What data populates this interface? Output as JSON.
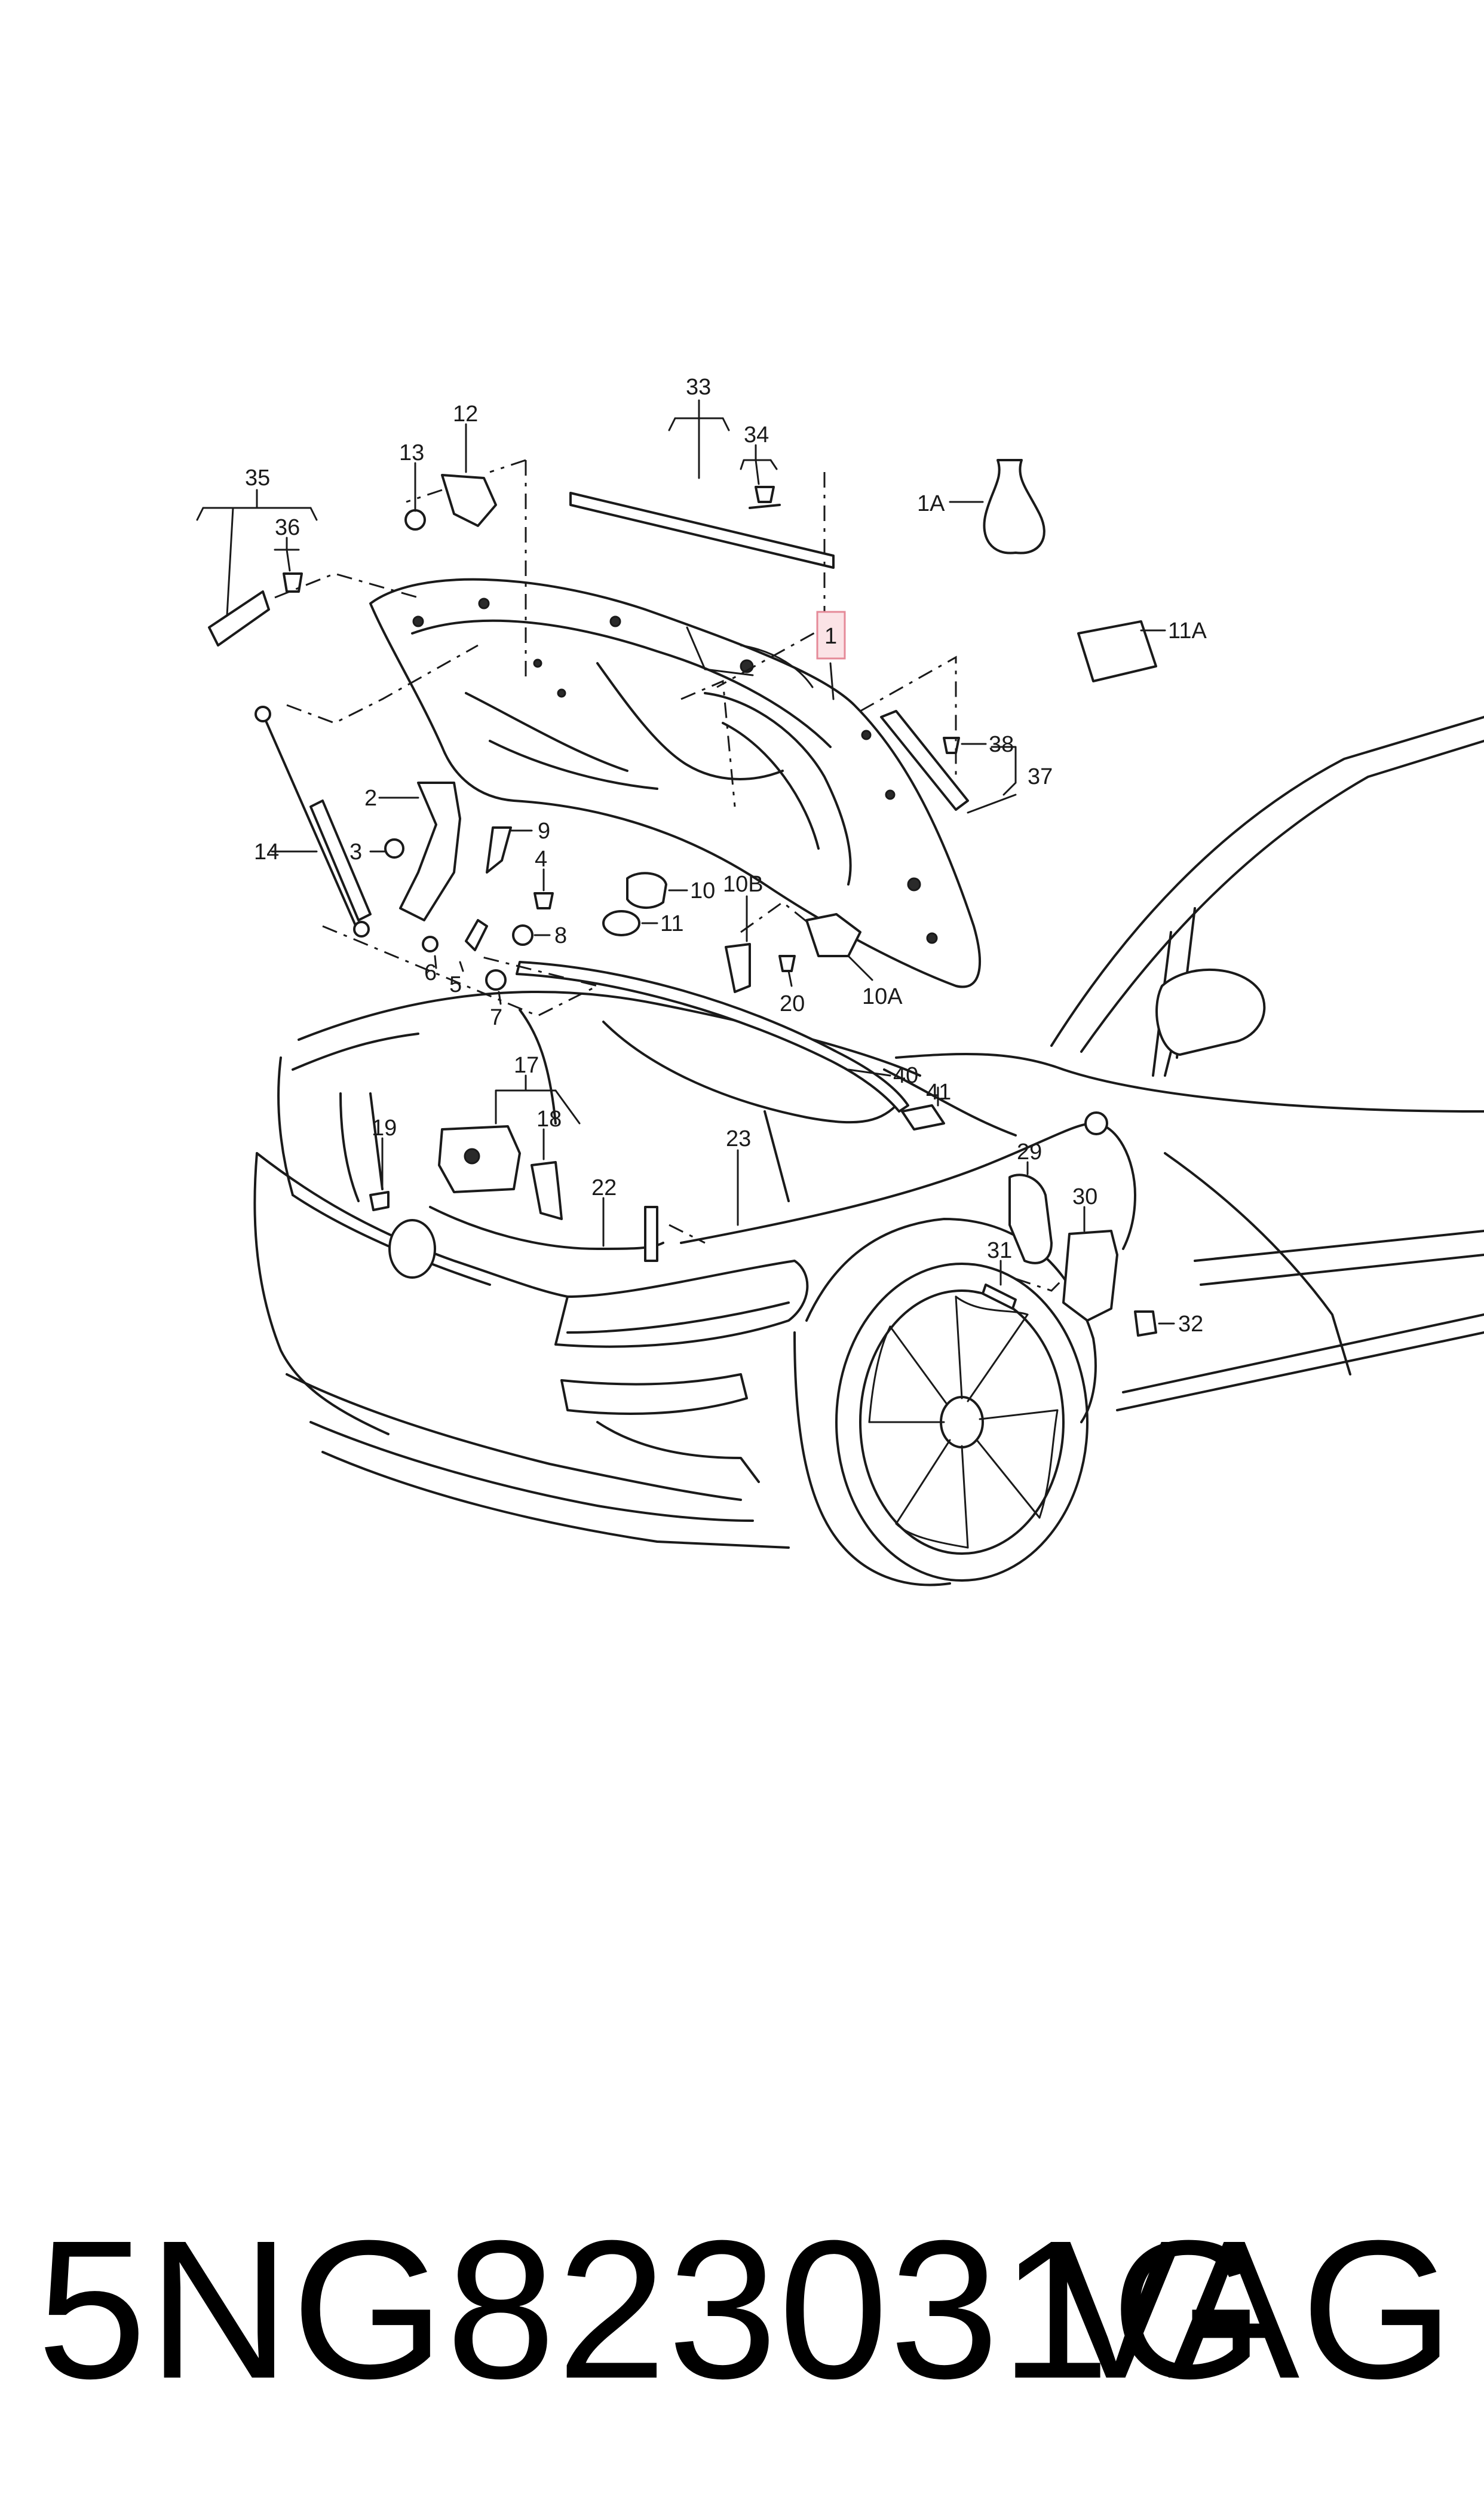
{
  "footer": {
    "part_number": "5NG823031G",
    "brand": "VAG"
  },
  "callouts": {
    "c1": "1",
    "c1A": "1A",
    "c2": "2",
    "c3": "3",
    "c4": "4",
    "c5": "5",
    "c6": "6",
    "c7": "7",
    "c8": "8",
    "c9": "9",
    "c10": "10",
    "c10A": "10A",
    "c10B": "10B",
    "c11": "11",
    "c11A": "11A",
    "c12": "12",
    "c13": "13",
    "c14": "14",
    "c17": "17",
    "c18": "18",
    "c19": "19",
    "c20": "20",
    "c22": "22",
    "c23": "23",
    "c29": "29",
    "c30": "30",
    "c31": "31",
    "c32": "32",
    "c33": "33",
    "c34": "34",
    "c35": "35",
    "c36": "36",
    "c37": "37",
    "c38": "38",
    "c40": "40",
    "c41": "41"
  },
  "highlight_color": "#fbe3e6"
}
